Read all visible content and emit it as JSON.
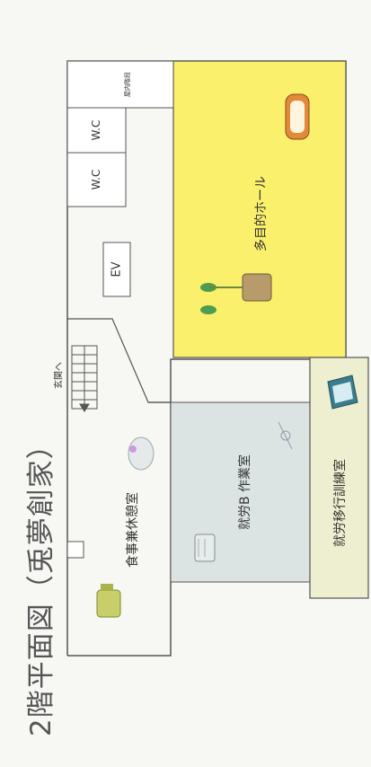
{
  "title": "2階平面図（兎夢創家）",
  "rooms": {
    "dining": "食事兼休憩室",
    "work_b": "就労B 作業室",
    "training": "就労移行訓練室",
    "hall": "多目的ホール",
    "ev": "EV",
    "wc1": "W.C",
    "wc2": "W.C",
    "stairs": "屋内階段",
    "entrance": "玄関へ"
  },
  "colors": {
    "hall": "#fbf06c",
    "work_b": "#dbe4e3",
    "training": "#eeeed0",
    "line": "#555555"
  },
  "icons": [
    "cup-icon",
    "lamp-icon",
    "trash-can-icon",
    "scissors-icon",
    "plant-pot-icon",
    "book-icon",
    "tray-icon"
  ]
}
